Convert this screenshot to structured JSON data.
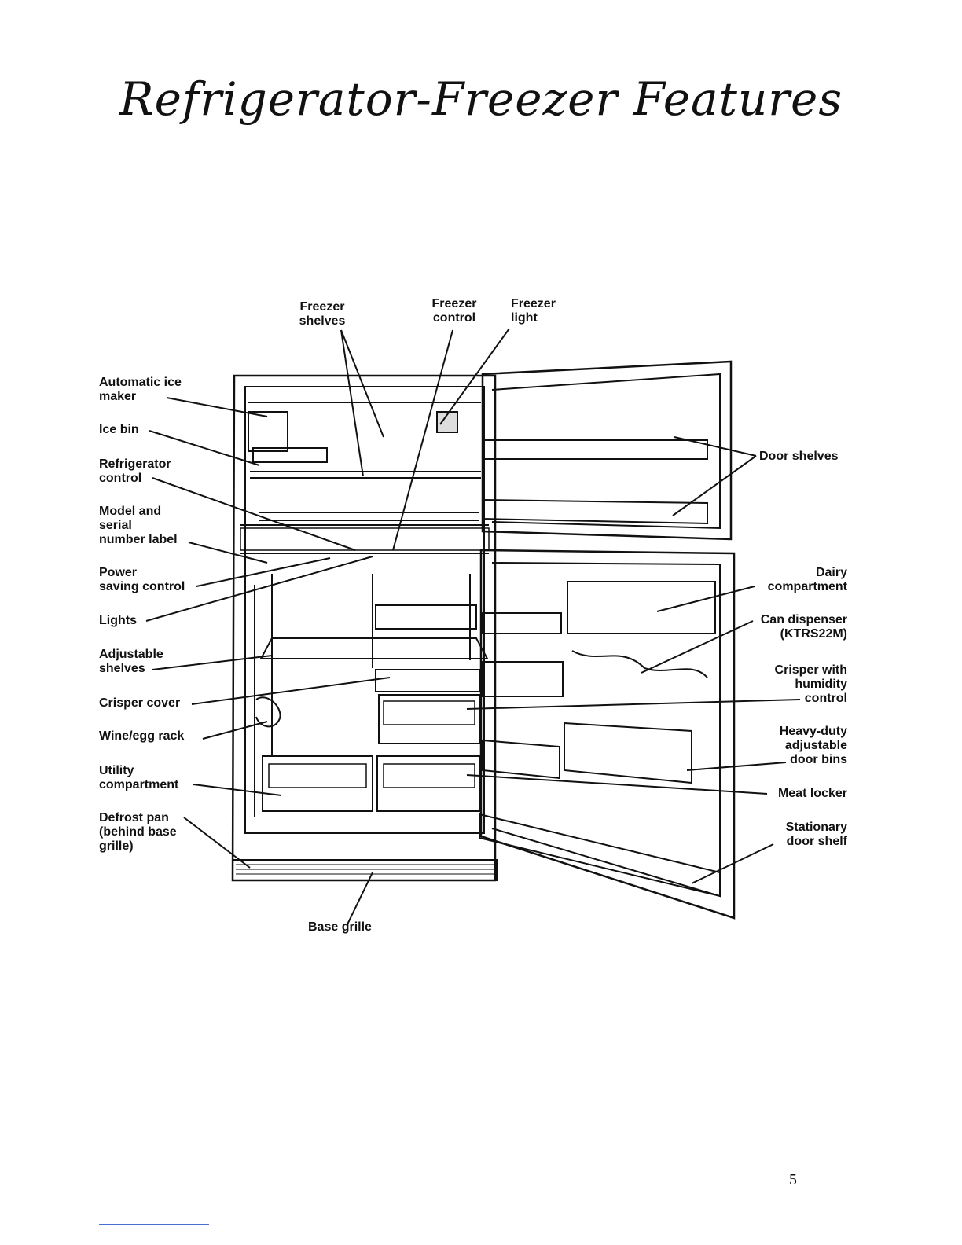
{
  "title": "Refrigerator-Freezer Features",
  "page_number": "5",
  "labels": {
    "freezer_shelves": "Freezer\nshelves",
    "freezer_control": "Freezer\ncontrol",
    "freezer_light": "Freezer\nlight",
    "automatic_ice_maker": "Automatic ice\nmaker",
    "ice_bin": "Ice bin",
    "refrigerator_control": "Refrigerator\ncontrol",
    "model_serial_label": "Model and\nserial\nnumber label",
    "power_saving_control": "Power\nsaving control",
    "lights": "Lights",
    "adjustable_shelves": "Adjustable\nshelves",
    "crisper_cover": "Crisper cover",
    "wine_egg_rack": "Wine/egg rack",
    "utility_compartment": "Utility\ncompartment",
    "defrost_pan": "Defrost pan\n(behind base\ngrille)",
    "base_grille": "Base grille",
    "door_shelves": "Door shelves",
    "dairy_compartment": "Dairy\ncompartment",
    "can_dispenser": "Can dispenser\n(KTRS22M)",
    "crisper_humidity": "Crisper with\nhumidity\ncontrol",
    "heavy_duty_bins": "Heavy-duty\nadjustable\ndoor bins",
    "meat_locker": "Meat locker",
    "stationary_door_shelf": "Stationary\ndoor shelf"
  }
}
